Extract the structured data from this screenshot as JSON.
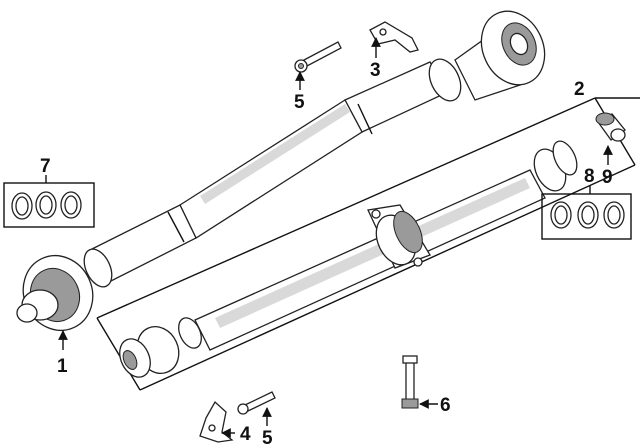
{
  "callouts": {
    "c1": "1",
    "c2": "2",
    "c3": "3",
    "c4": "4",
    "c5_top": "5",
    "c5_bottom": "5",
    "c6": "6",
    "c7": "7",
    "c8": "8",
    "c9": "9"
  }
}
